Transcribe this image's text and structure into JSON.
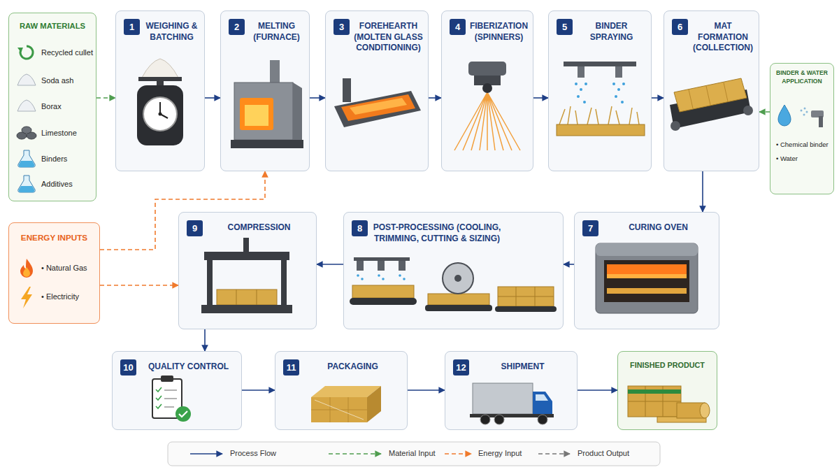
{
  "diagram": {
    "nodes": [
      {
        "text": [
          "RAW MATERIALS",
          "Recycled cullet",
          "Soda ash",
          "Borax",
          "Limestone",
          "Binders",
          "Additives"
        ]
      },
      {
        "text": [
          "1",
          "WEIGHING & BATCHING"
        ]
      },
      {
        "text": [
          "2",
          "MELTING (FURNACE)"
        ]
      },
      {
        "text": [
          "3",
          "FOREHEARTH (MOLTEN GLASS CONDITIONING)"
        ]
      },
      {
        "text": [
          "4",
          "FIBERIZATION (SPINNERS)"
        ]
      },
      {
        "text": [
          "5",
          "BINDER SPRAYING"
        ]
      },
      {
        "text": [
          "6",
          "MAT FORMATION (COLLECTION)"
        ]
      },
      {
        "text": [
          "BINDER & WATER APPLICATION",
          "• Chemical binder",
          "• Water"
        ]
      },
      {
        "text": [
          "ENERGY INPUTS",
          "• Natural Gas",
          "• Electricity"
        ]
      },
      {
        "text": [
          "9",
          "COMPRESSION"
        ]
      },
      {
        "text": [
          "8",
          "POST-PROCESSING (COOLING, TRIMMING, CUTTING & SIZING)"
        ]
      },
      {
        "text": [
          "7",
          "CURING OVEN"
        ]
      },
      {
        "text": [
          "10",
          "QUALITY CONTROL"
        ]
      },
      {
        "text": [
          "11",
          "PACKAGING"
        ]
      },
      {
        "text": [
          "12",
          "SHIPMENT"
        ]
      },
      {
        "text": [
          "FINISHED PRODUCT"
        ]
      }
    ],
    "edges": [
      {
        "from": 0,
        "to": 1,
        "arrow": "to"
      },
      {
        "from": 1,
        "to": 2,
        "arrow": "to"
      },
      {
        "from": 2,
        "to": 3,
        "arrow": "to"
      },
      {
        "from": 3,
        "to": 4,
        "arrow": "to"
      },
      {
        "from": 4,
        "to": 5,
        "arrow": "to"
      },
      {
        "from": 5,
        "to": 6,
        "arrow": "to"
      },
      {
        "from": 7,
        "to": 6,
        "arrow": "to"
      },
      {
        "from": 6,
        "to": 11,
        "arrow": "to"
      },
      {
        "from": 11,
        "to": 10,
        "arrow": "to"
      },
      {
        "from": 10,
        "to": 9,
        "arrow": "to"
      },
      {
        "from": 8,
        "to": 2,
        "arrow": "to"
      },
      {
        "from": 8,
        "to": 9,
        "arrow": "to"
      },
      {
        "from": 9,
        "to": 12,
        "arrow": "to"
      },
      {
        "from": 12,
        "to": 13,
        "arrow": "to"
      },
      {
        "from": 13,
        "to": 14,
        "arrow": "to"
      },
      {
        "from": 14,
        "to": 15,
        "arrow": "to"
      }
    ],
    "legend": [
      {
        "text": "Process Flow"
      },
      {
        "text": "Material Input"
      },
      {
        "text": "Energy Input"
      },
      {
        "text": "Product Output"
      }
    ]
  }
}
